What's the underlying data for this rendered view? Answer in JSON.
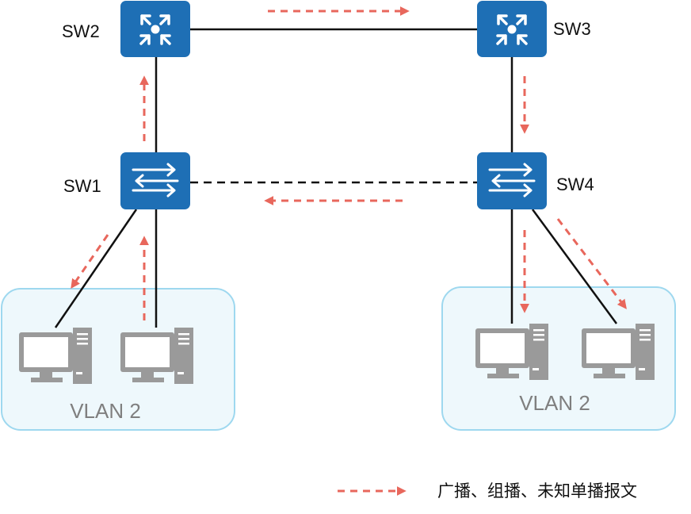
{
  "colors": {
    "device_blue": "#1e6fb5",
    "link": "#111111",
    "flow_arrow": "#e8675c",
    "vlan_fill": "#eef8fc",
    "vlan_border": "#9ed8ef",
    "pc_gray": "#9a9a9a"
  },
  "devices": {
    "sw1": {
      "label": "SW1",
      "type": "layer2-switch",
      "icon": "switch-arrows-icon"
    },
    "sw2": {
      "label": "SW2",
      "type": "core-switch",
      "icon": "router-cross-icon"
    },
    "sw3": {
      "label": "SW3",
      "type": "core-switch",
      "icon": "router-cross-icon"
    },
    "sw4": {
      "label": "SW4",
      "type": "layer2-switch",
      "icon": "switch-arrows-icon"
    }
  },
  "groups": {
    "left": {
      "label": "VLAN 2",
      "hosts": [
        "pc",
        "pc"
      ]
    },
    "right": {
      "label": "VLAN 2",
      "hosts": [
        "pc",
        "pc"
      ]
    }
  },
  "links": [
    {
      "from": "SW2",
      "to": "SW3",
      "style": "solid"
    },
    {
      "from": "SW2",
      "to": "SW1",
      "style": "solid"
    },
    {
      "from": "SW3",
      "to": "SW4",
      "style": "solid"
    },
    {
      "from": "SW1",
      "to": "SW4",
      "style": "dashed",
      "state": "blocked"
    },
    {
      "from": "SW1",
      "to": "left-pc-1",
      "style": "solid"
    },
    {
      "from": "SW1",
      "to": "left-pc-2",
      "style": "solid"
    },
    {
      "from": "SW4",
      "to": "right-pc-1",
      "style": "solid"
    },
    {
      "from": "SW4",
      "to": "right-pc-2",
      "style": "solid"
    }
  ],
  "legend": {
    "label": "广播、组播、未知单播报文",
    "icon": "dashed-arrow-icon"
  }
}
